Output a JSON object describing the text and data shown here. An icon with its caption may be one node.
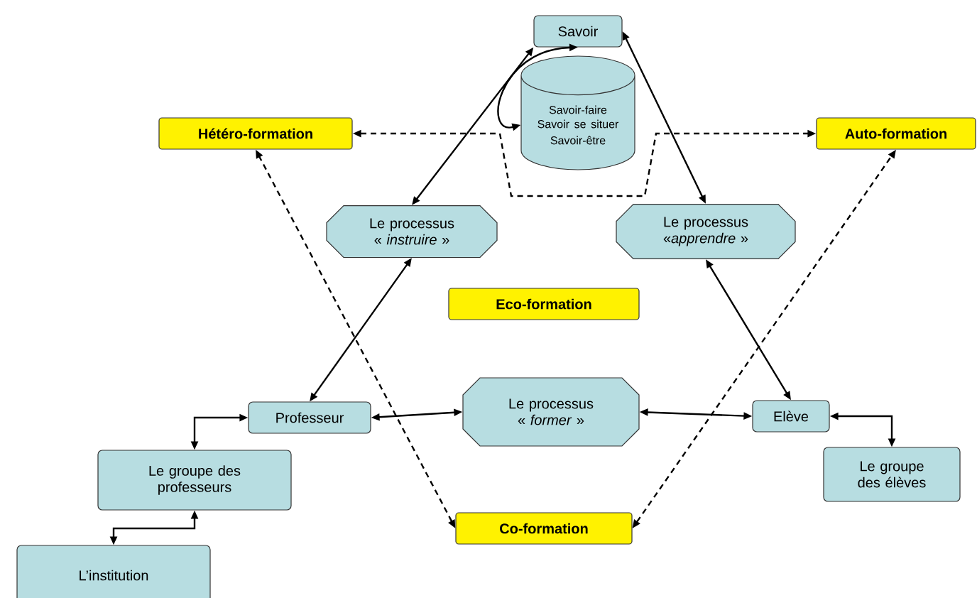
{
  "diagram": {
    "nodes": [
      {
        "text": [
          "Savoir"
        ]
      },
      {
        "text": [
          "Savoir-faire",
          "Savoir se situer",
          "Savoir-être"
        ]
      },
      {
        "text": [
          "Hétéro-formation"
        ]
      },
      {
        "text": [
          "Auto-formation"
        ]
      },
      {
        "text": [
          "Le processus « *instruire* »"
        ]
      },
      {
        "text": [
          "Le processus «*apprendre* »"
        ]
      },
      {
        "text": [
          "Eco-formation"
        ]
      },
      {
        "text": [
          "Professeur"
        ]
      },
      {
        "text": [
          "Le processus « *former* »"
        ]
      },
      {
        "text": [
          "Elève"
        ]
      },
      {
        "text": [
          "Le groupe des professeurs"
        ]
      },
      {
        "text": [
          "Le groupe des élèves"
        ]
      },
      {
        "text": [
          "Co-formation"
        ]
      },
      {
        "text": [
          "L’institution"
        ]
      }
    ],
    "edges": [
      {
        "from": 0,
        "to": 4,
        "arrow": "both"
      },
      {
        "from": 0,
        "to": 5,
        "arrow": "both"
      },
      {
        "from": 1,
        "to": 0,
        "arrow": "both"
      },
      {
        "from": 2,
        "to": 3,
        "arrow": "both",
        "style": "dashed"
      },
      {
        "from": 12,
        "to": 2,
        "arrow": "both",
        "style": "dashed"
      },
      {
        "from": 12,
        "to": 3,
        "arrow": "both",
        "style": "dashed"
      },
      {
        "from": 4,
        "to": 7,
        "arrow": "both"
      },
      {
        "from": 5,
        "to": 9,
        "arrow": "both"
      },
      {
        "from": 7,
        "to": 8,
        "arrow": "both"
      },
      {
        "from": 8,
        "to": 9,
        "arrow": "both"
      },
      {
        "from": 7,
        "to": 10,
        "arrow": "both"
      },
      {
        "from": 10,
        "to": 13,
        "arrow": "both"
      },
      {
        "from": 9,
        "to": 11,
        "arrow": "both"
      }
    ]
  }
}
